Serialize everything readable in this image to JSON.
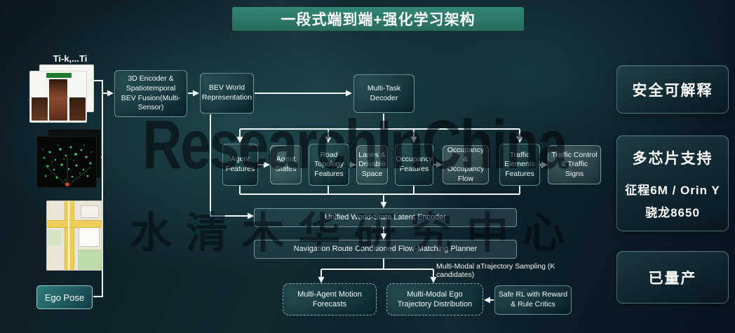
{
  "title": "一段式端到端+强化学习架构",
  "watermarks": {
    "latin": "ResearchInChina",
    "cjk": "水清木华研究中心"
  },
  "inputs": {
    "time_label": "Ti-k,...Ti",
    "items": [
      "camera-images",
      "lidar-point-cloud",
      "navigation-map"
    ],
    "ego_pose_label": "Ego Pose"
  },
  "pipeline": {
    "encoder": "3D Encoder & Spatiotemporal BEV Fusion(Multi-Sensor)",
    "bev": "BEV World Representation",
    "decoder": "Multi-Task Decoder",
    "unified": "Unified World-State Latent Encoder",
    "planner": "Navigation Route Conditioned Flow-Matching Planner",
    "sampling_label": "Multi-Modal aTrajectory Sampling (K candidates)"
  },
  "tasks": [
    {
      "feature": "Agent Features",
      "output": "Agent States"
    },
    {
      "feature": "Road Topology Features",
      "output": "Lanes & Drivable Space"
    },
    {
      "feature": "Occupancy Features",
      "output": "Occupancy & Occupancy Flow"
    },
    {
      "feature": "Traffic Elements Features",
      "output": "Traffic Control & Traffic Signs"
    }
  ],
  "outputs": {
    "motion": "Multi-Agent Motion Forecasts",
    "ego": "Multi-Modal Ego Trajectory Distribution",
    "safe_rl": "Safe RL with Reward & Rule Critics"
  },
  "side_panels": [
    {
      "title": "安全可解释",
      "lines": []
    },
    {
      "title": "多芯片支持",
      "lines": [
        "征程6M / Orin Y",
        "骁龙8650"
      ]
    },
    {
      "title": "已量产",
      "lines": []
    }
  ],
  "colors": {
    "title_bar": "#2e7c6f",
    "background": "#0c1f29",
    "arrow": "#eef7f5",
    "box_border": "#a5dad4",
    "watermark_latin": "#0e2436",
    "watermark_cjk": "#12264a"
  }
}
